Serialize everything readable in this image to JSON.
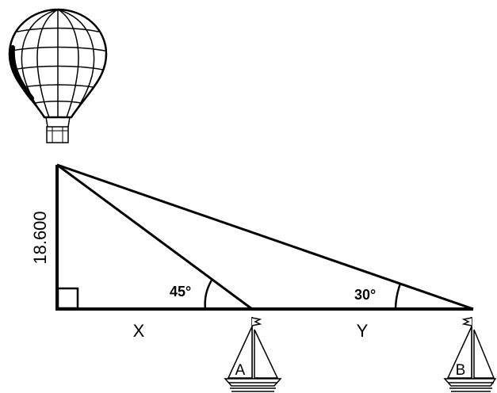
{
  "diagram": {
    "height_label": "18.600",
    "angle_near": "45°",
    "angle_far": "30°",
    "segment_x": "X",
    "segment_y": "Y",
    "boat_a": "A",
    "boat_b": "B"
  },
  "icons": [
    "hot-air-balloon-icon",
    "sailboat-icon",
    "right-angle-marker"
  ],
  "colors": {
    "stroke": "#000000",
    "background": "#ffffff"
  }
}
